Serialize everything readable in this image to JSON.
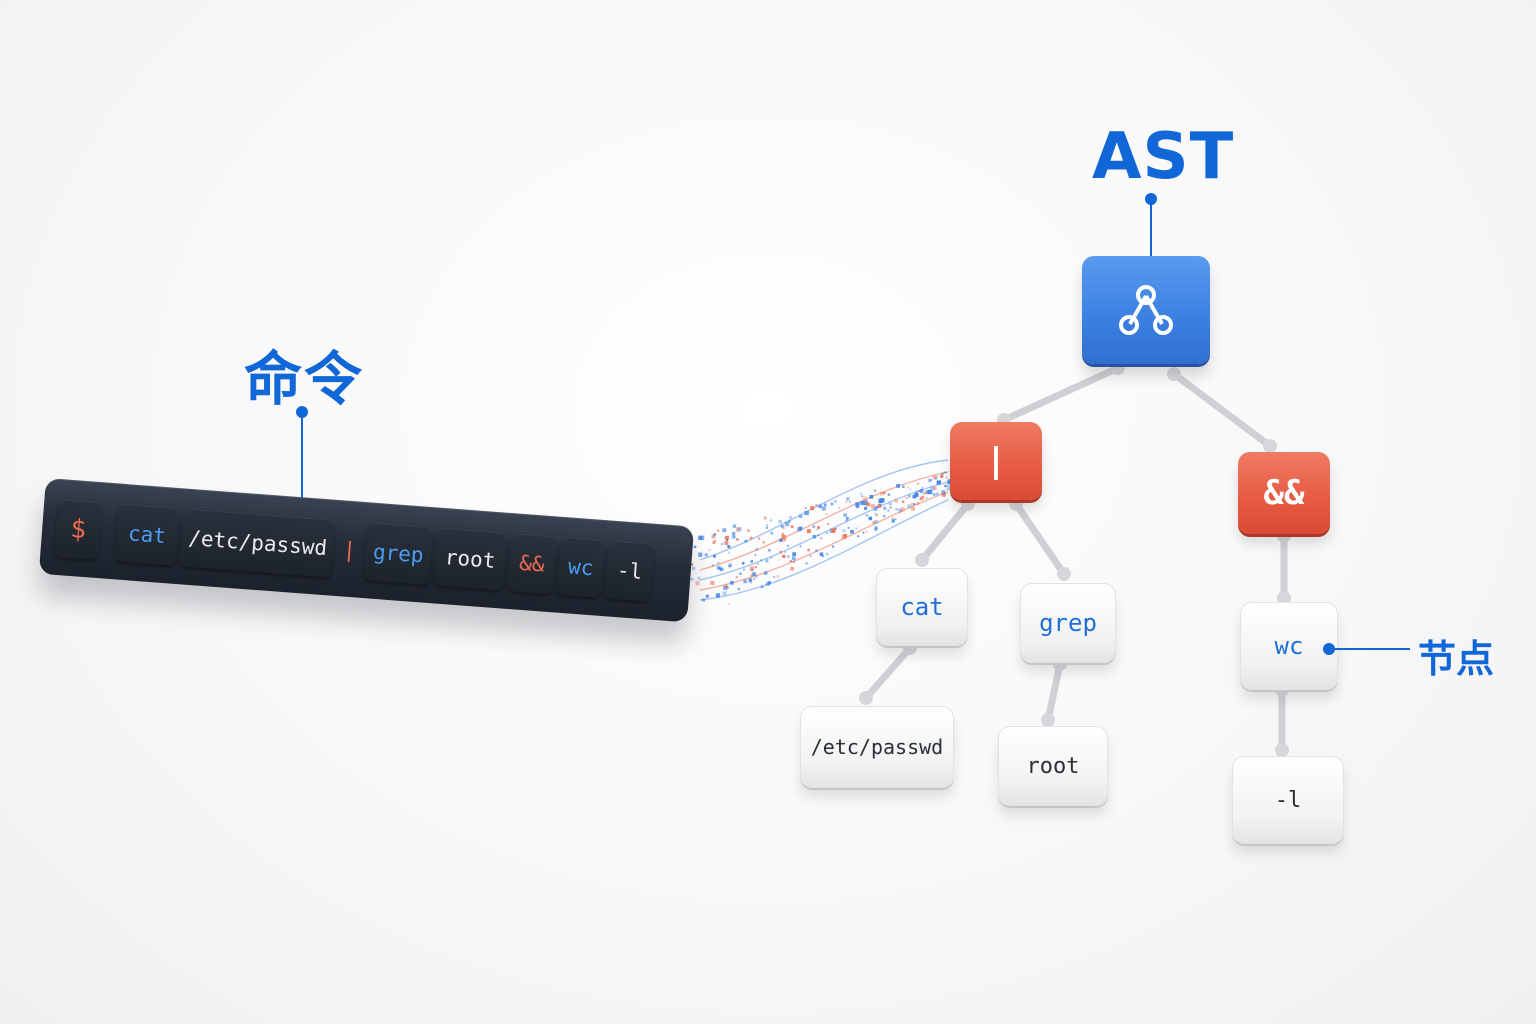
{
  "labels": {
    "command": "命令",
    "ast": "AST",
    "node": "节点"
  },
  "terminal": {
    "prompt": "$",
    "tokens": [
      {
        "text": "cat",
        "kind": "command"
      },
      {
        "text": "/etc/passwd",
        "kind": "argument"
      },
      {
        "text": "|",
        "kind": "operator"
      },
      {
        "text": "grep",
        "kind": "command"
      },
      {
        "text": "root",
        "kind": "argument"
      },
      {
        "text": "&&",
        "kind": "operator"
      },
      {
        "text": "wc",
        "kind": "command"
      },
      {
        "text": "-l",
        "kind": "argument"
      }
    ]
  },
  "tree": {
    "root": {
      "icon": "tree-icon"
    },
    "pipe": "|",
    "and": "&&",
    "cat": "cat",
    "etc_passwd": "/etc/passwd",
    "grep": "grep",
    "root_arg": "root",
    "wc": "wc",
    "flag_l": "-l"
  },
  "colors": {
    "accent_blue": "#1167d8",
    "operator_red": "#e65a43",
    "root_blue": "#3a7fe0",
    "terminal_dark": "#252c38"
  }
}
